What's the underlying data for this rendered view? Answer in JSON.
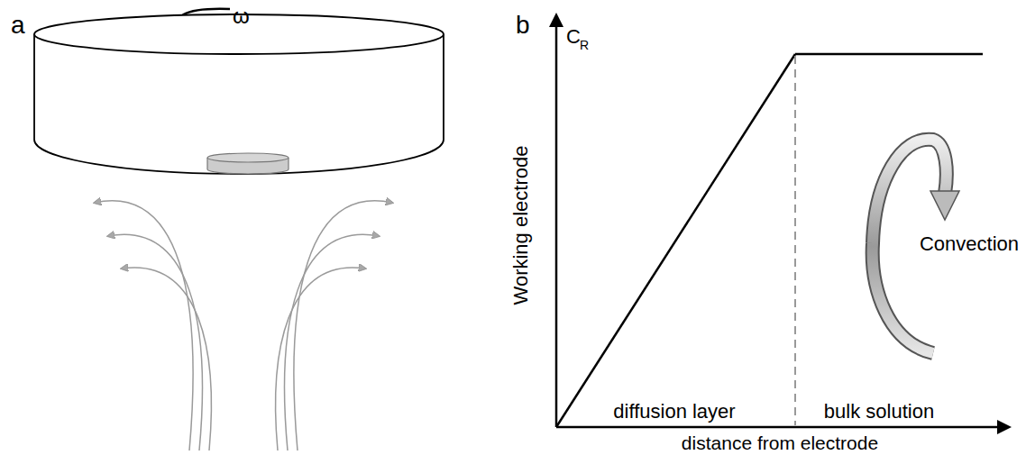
{
  "diagram": {
    "labels": [
      "a",
      "ω",
      "b",
      "C",
      "R",
      "Working electrode",
      "Convection",
      "diffusion layer",
      "bulk solution",
      "distance from electrode"
    ]
  }
}
